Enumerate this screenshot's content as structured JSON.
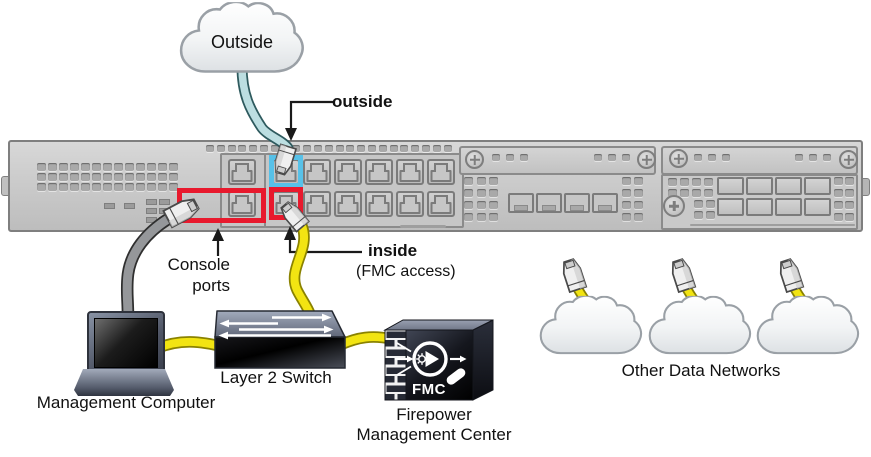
{
  "labels": {
    "outside_cloud": "Outside",
    "outside_port": "outside",
    "inside_port": "inside",
    "inside_port_sub": "(FMC access)",
    "console_line1": "Console",
    "console_line2": "ports",
    "management_computer": "Management Computer",
    "layer2_switch": "Layer 2 Switch",
    "fmc_icon": "FMC",
    "fmc_line1": "Firepower",
    "fmc_line2": "Management Center",
    "other_networks": "Other Data Networks"
  },
  "appliance": {
    "console_ports": 2,
    "data_port_rows": 2,
    "data_port_cols": 6,
    "sfp_slots": 4,
    "module_slots": 8,
    "other_network_clouds": 3
  },
  "colors": {
    "highlight_red": "#e8192d",
    "highlight_blue": "#57c1e8",
    "cable_yellow": "#f2e412",
    "cable_teal": "#bcdee1",
    "cable_gray": "#95979a",
    "chassis_gray": "#cbcbcb"
  }
}
